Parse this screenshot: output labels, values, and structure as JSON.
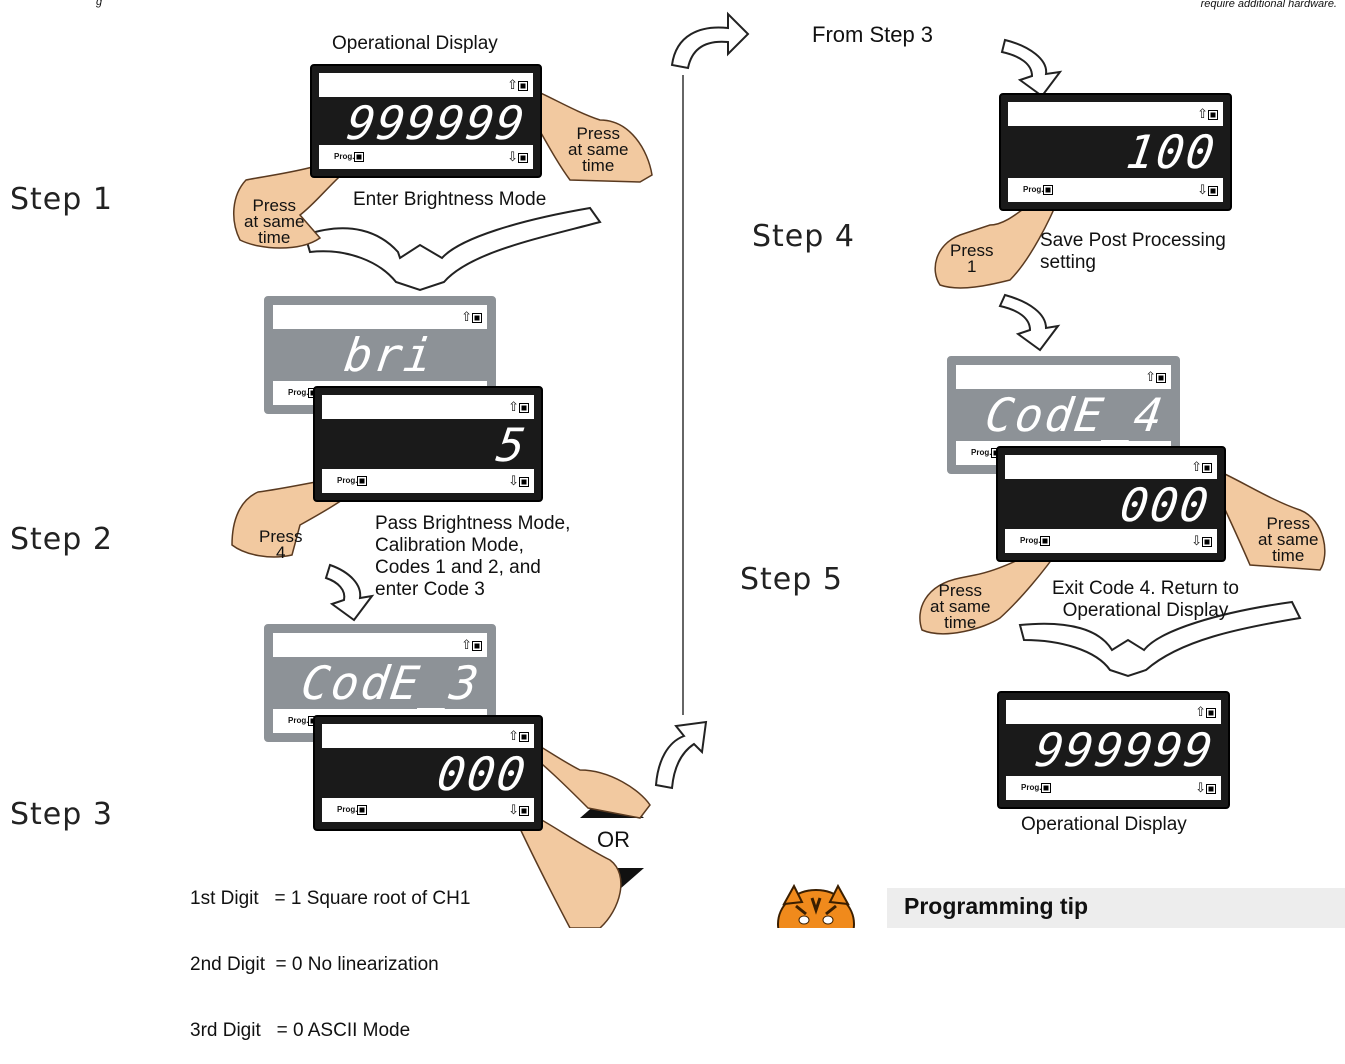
{
  "corner_note": "require additional hardware.",
  "corner_left": "g",
  "steps": {
    "s1": "Step 1",
    "s2": "Step 2",
    "s3": "Step 3",
    "s4": "Step 4",
    "s5": "Step 5"
  },
  "captions": {
    "operational_top": "Operational Display",
    "enter_brightness": "Enter Brightness Mode",
    "pass_brightness": [
      "Pass Brightness Mode,",
      "Calibration Mode,",
      "Codes 1 and 2, and",
      "enter Code 3"
    ],
    "digits": [
      "1st Digit   = 1 Square root of CH1",
      "2nd Digit  = 0 No linearization",
      "3rd Digit   = 0 ASCII Mode"
    ],
    "from_step3": "From Step 3",
    "save_post": [
      "Save Post Processing",
      "setting"
    ],
    "exit_code": [
      "Exit Code 4. Return to",
      "Operational Display"
    ],
    "operational_bottom": "Operational Display",
    "or": "OR"
  },
  "displays": {
    "d1": "999999",
    "d2": "bri",
    "d3": "5",
    "d4": "CodE_3",
    "d5": "000",
    "d6": "100",
    "d7": "CodE_4",
    "d8": "000",
    "d9": "999999"
  },
  "keys": {
    "prog": "Prog.",
    "up": "⇧",
    "down": "⇩"
  },
  "hand_labels": {
    "press_same": [
      "Press",
      "at same",
      "time"
    ],
    "press4": [
      "Press",
      "4"
    ],
    "press1": [
      "Press",
      "1"
    ]
  },
  "tip": {
    "title": "Programming tip"
  },
  "colors": {
    "display_black": "#1a1a1a",
    "display_gray": "#8d9297",
    "hand": "#f2c9a0"
  }
}
